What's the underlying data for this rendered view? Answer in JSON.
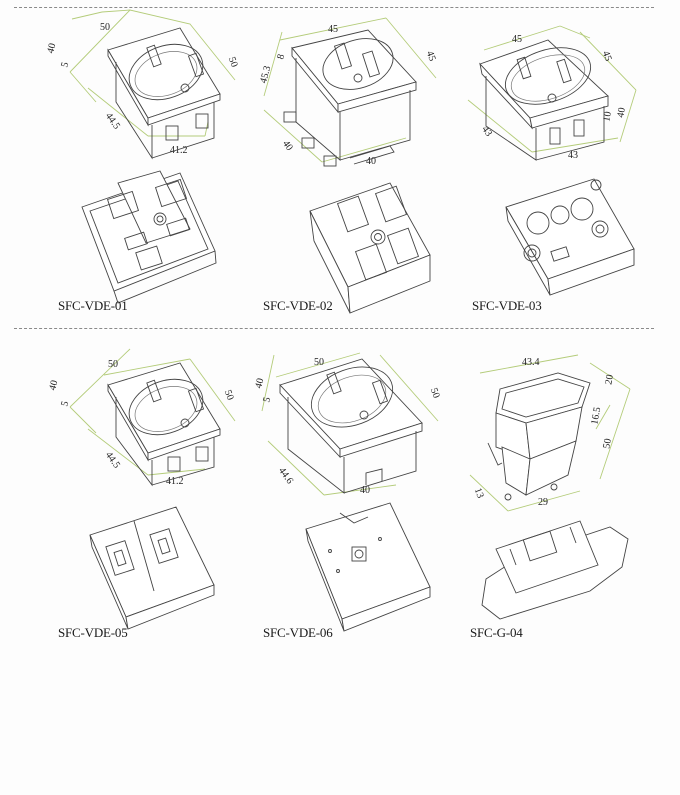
{
  "sheet": {
    "dividers": [
      "top",
      "middle"
    ],
    "dimension_line_color": "#b4cc7a",
    "drawing_line_color": "#444444"
  },
  "products": [
    {
      "model": "SFC-VDE-01",
      "type": "schuko-socket-insert",
      "dimensions": {
        "top_width": "50",
        "side_depth": "50",
        "height_total": "40",
        "flange": "5",
        "body_depth": "44.5",
        "body_width": "41.2"
      }
    },
    {
      "model": "SFC-VDE-02",
      "type": "schuko-socket-insert-with-terminals",
      "dimensions": {
        "top_width": "45",
        "side_depth": "45",
        "height_total": "45.3",
        "flange": "8",
        "base_depth": "40",
        "base_width": "40"
      }
    },
    {
      "model": "SFC-VDE-03",
      "type": "schuko-socket-insert",
      "dimensions": {
        "top_width": "45",
        "side_depth": "45",
        "height_total": "40",
        "flange": "10",
        "body_depth": "43",
        "body_width": "43"
      }
    },
    {
      "model": "SFC-VDE-05",
      "type": "schuko-socket-insert",
      "dimensions": {
        "top_width": "50",
        "side_depth": "50",
        "height_total": "40",
        "flange": "5",
        "body_depth": "44.5",
        "body_width": "41.2"
      }
    },
    {
      "model": "SFC-VDE-06",
      "type": "schuko-socket-insert",
      "dimensions": {
        "top_width": "50",
        "side_depth": "50",
        "height_total": "40",
        "flange": "5",
        "body_depth": "44.6",
        "body_width": "40"
      }
    },
    {
      "model": "SFC-G-04",
      "type": "iec-inlet",
      "dimensions": {
        "top_width": "43.4",
        "side_depth": "20",
        "flange_height": "16.5",
        "height_total": "50",
        "pin_offset": "13",
        "base_width": "29"
      }
    }
  ]
}
